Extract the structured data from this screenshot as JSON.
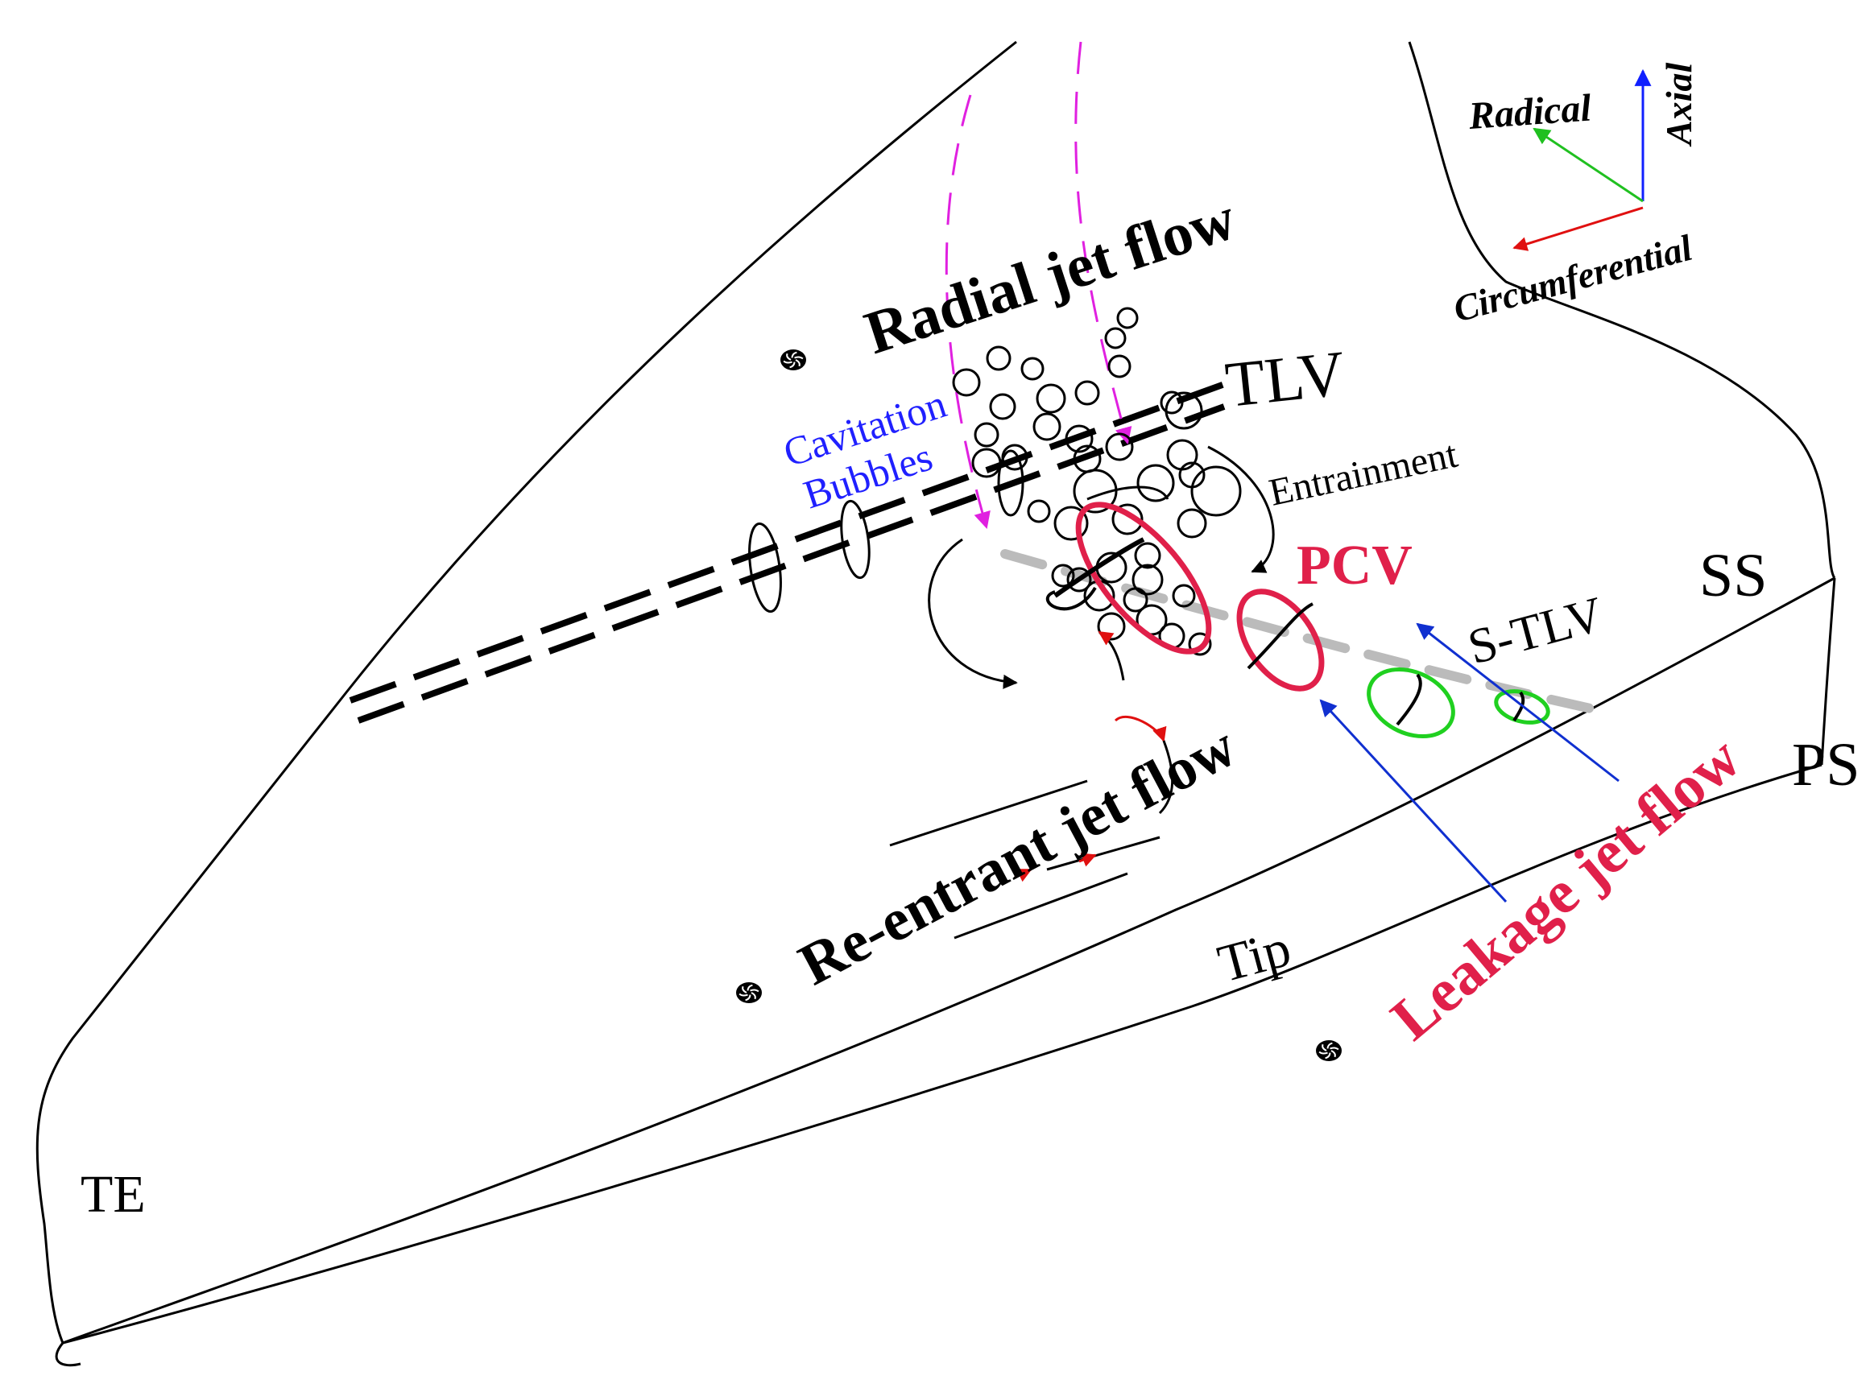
{
  "labels": {
    "radial_jet_flow": "Radial jet flow",
    "tlv": "TLV",
    "cavitation": "Cavitation",
    "bubbles": "Bubbles",
    "entrainment": "Entrainment",
    "pcv": "PCV",
    "s_tlv": "S-TLV",
    "ss": "SS",
    "ps": "PS",
    "re_entrant_jet_flow": "Re-entrant jet flow",
    "tip": "Tip",
    "leakage_jet_flow": "Leakage jet flow",
    "te": "TE"
  },
  "axes_legend": {
    "radical": "Radical",
    "axial": "Axial",
    "circumferential": "Circumferential"
  },
  "colors": {
    "blade_outline": "#000000",
    "radial_jet": "#e020e0",
    "cavitation_text": "#2020ff",
    "pcv": "#e0204a",
    "s_tlv_ring": "#20d020",
    "leakage_arrow": "#1030d0",
    "reentrant_arrow": "#e01010",
    "vortex_core": "#bbbbbb",
    "axis_radial": "#20c020",
    "axis_axial": "#1020ff",
    "axis_circumferential": "#e01010"
  }
}
